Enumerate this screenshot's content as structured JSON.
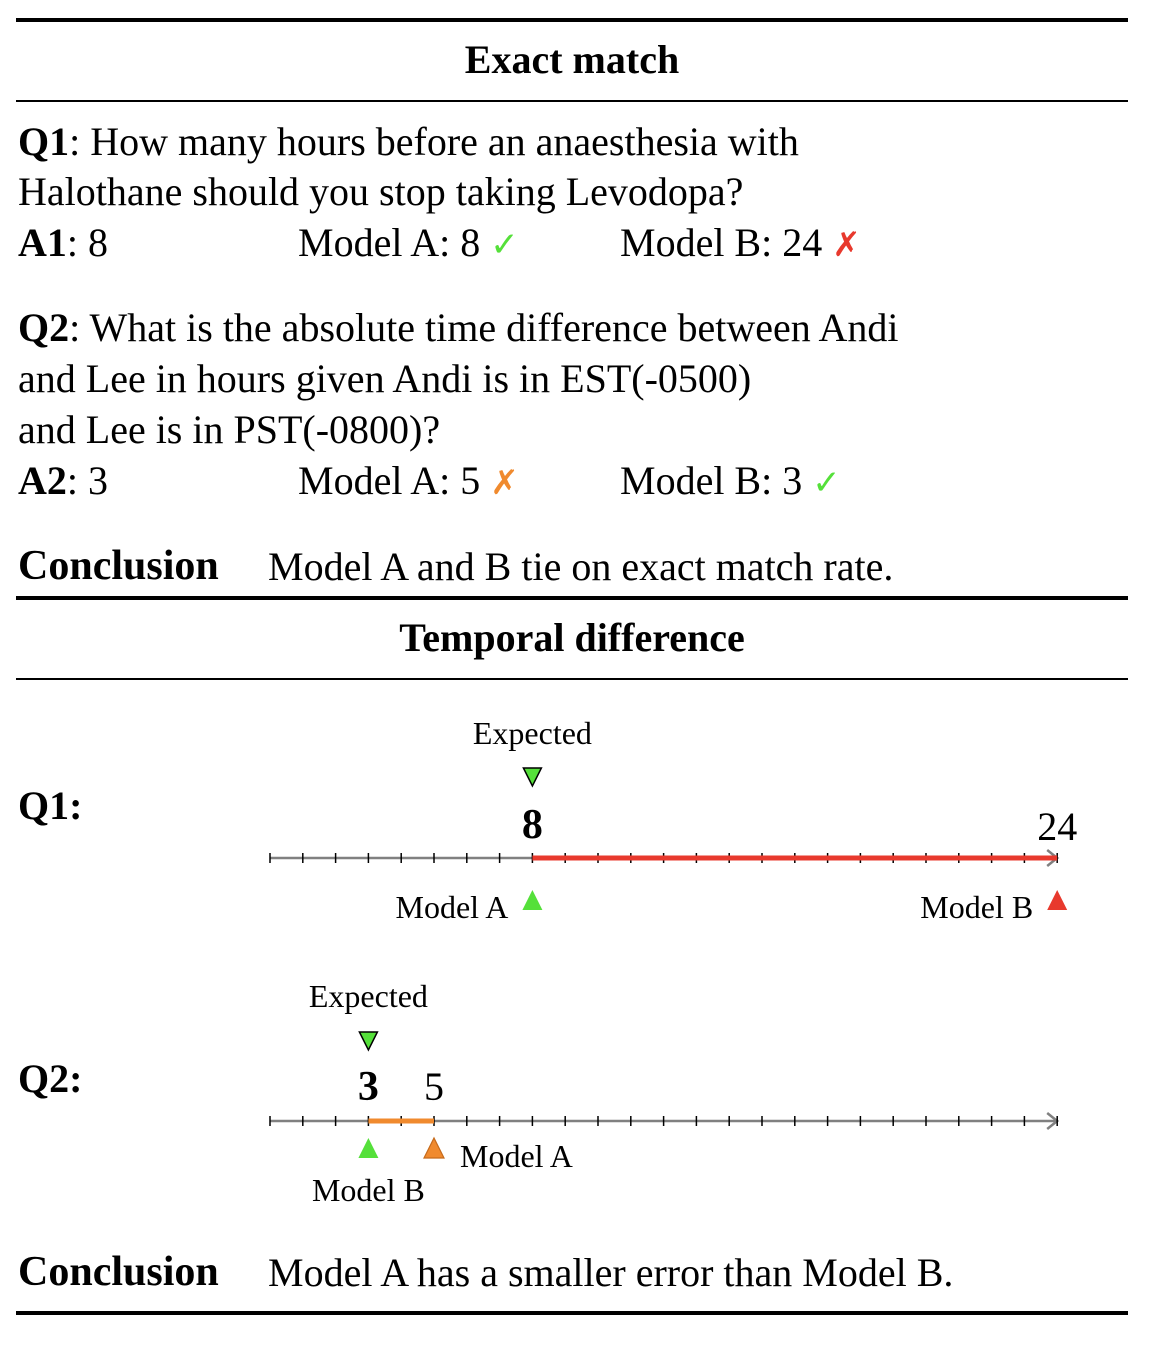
{
  "exact_match": {
    "title": "Exact match",
    "q1": {
      "label": "Q1",
      "text_line1": ": How many hours before an anaesthesia with",
      "text_line2": "Halothane should you stop taking Levodopa?",
      "answer_label": "A1",
      "answer": ": 8",
      "model_a": "Model A: 8",
      "model_a_mark": "✓",
      "model_b": "Model B: 24",
      "model_b_mark": "✗"
    },
    "q2": {
      "label": "Q2",
      "text_line1": ": What is the absolute time difference between Andi",
      "text_line2": "and Lee in hours given Andi is in EST(-0500)",
      "text_line3": "and Lee is in PST(-0800)?",
      "answer_label": "A2",
      "answer": ": 3",
      "model_a": "Model A: 5",
      "model_a_mark": "✗",
      "model_b": "Model B: 3",
      "model_b_mark": "✓"
    },
    "conclusion_label": "Conclusion",
    "conclusion": "Model A and B tie on exact match rate."
  },
  "temporal_difference": {
    "title": "Temporal difference",
    "q1": {
      "label": "Q1:",
      "expected_label": "Expected",
      "expected_value": "8",
      "far_value": "24",
      "model_a_label": "Model A",
      "model_b_label": "Model B",
      "expected": 8,
      "model_a": 8,
      "model_b": 24,
      "axis_max": 24
    },
    "q2": {
      "label": "Q2:",
      "expected_label": "Expected",
      "expected_value": "3",
      "other_value": "5",
      "model_a_label": "Model A",
      "model_b_label": "Model B",
      "expected": 3,
      "model_a": 5,
      "model_b": 3,
      "axis_max": 24
    },
    "conclusion_label": "Conclusion",
    "conclusion": "Model A has a smaller error than Model B."
  },
  "colors": {
    "correct": "#55e03a",
    "wrong_red": "#e8392d",
    "wrong_orange": "#f08a2e",
    "axis": "#808080"
  }
}
